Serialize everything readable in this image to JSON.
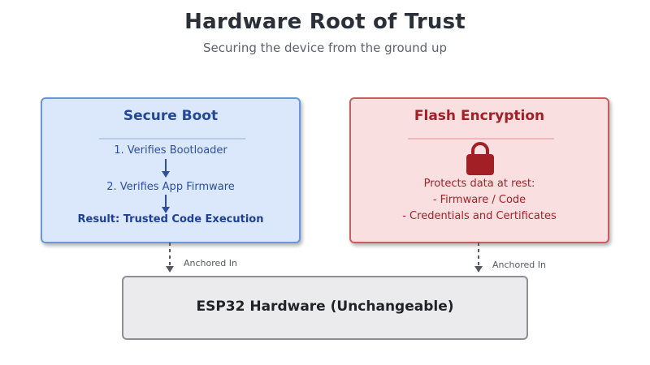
{
  "header": {
    "title": "Hardware Root of Trust",
    "subtitle": "Securing the device from the ground up"
  },
  "secure_boot": {
    "title": "Secure Boot",
    "steps": [
      "1. Verifies Bootloader",
      "2. Verifies App Firmware"
    ],
    "result": "Result: Trusted Code Execution"
  },
  "flash_encryption": {
    "title": "Flash Encryption",
    "icon": "lock-icon",
    "lines": [
      "Protects data at rest:",
      "- Firmware / Code",
      "- Credentials and Certificates"
    ]
  },
  "connectors": {
    "left_label": "Anchored In",
    "right_label": "Anchored In"
  },
  "hardware": {
    "label": "ESP32 Hardware (Unchangeable)"
  },
  "colors": {
    "secure_boot_fill": "#dbe8fc",
    "secure_boot_border": "#6a96d6",
    "flash_fill": "#f9dfe0",
    "flash_border": "#cb5c62",
    "hardware_fill": "#ebebed",
    "lock": "#a31f26"
  }
}
